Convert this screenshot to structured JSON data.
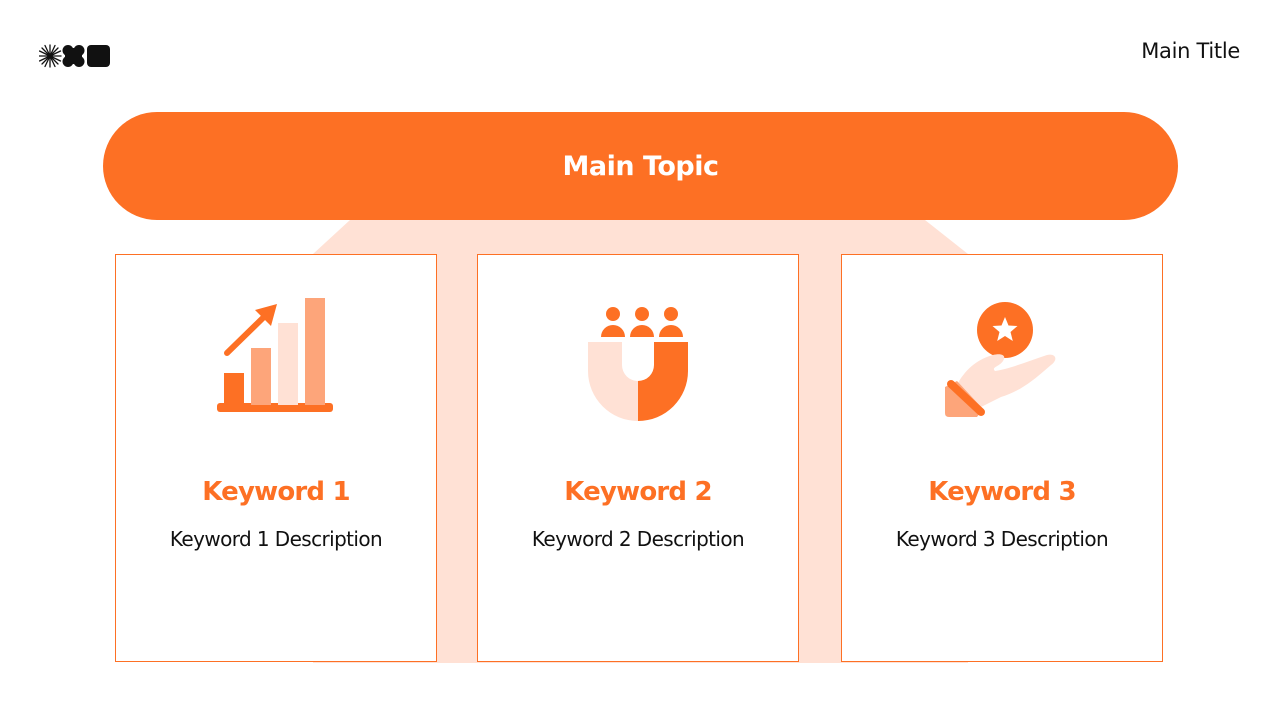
{
  "header": {
    "logo_name": "brand-logo",
    "title": "Main Title"
  },
  "main_topic": {
    "label": "Main Topic"
  },
  "colors": {
    "accent": "#fd7024",
    "accent_light": "#fda57a",
    "accent_pale": "#ffe1d5",
    "text_dark": "#111111",
    "background": "#ffffff"
  },
  "cards": [
    {
      "icon": "growth-chart-icon",
      "title": "Keyword 1",
      "description": "Keyword 1 Description"
    },
    {
      "icon": "magnet-people-icon",
      "title": "Keyword 2",
      "description": "Keyword 2 Description"
    },
    {
      "icon": "hand-star-coin-icon",
      "title": "Keyword 3",
      "description": "Keyword 3 Description"
    }
  ]
}
